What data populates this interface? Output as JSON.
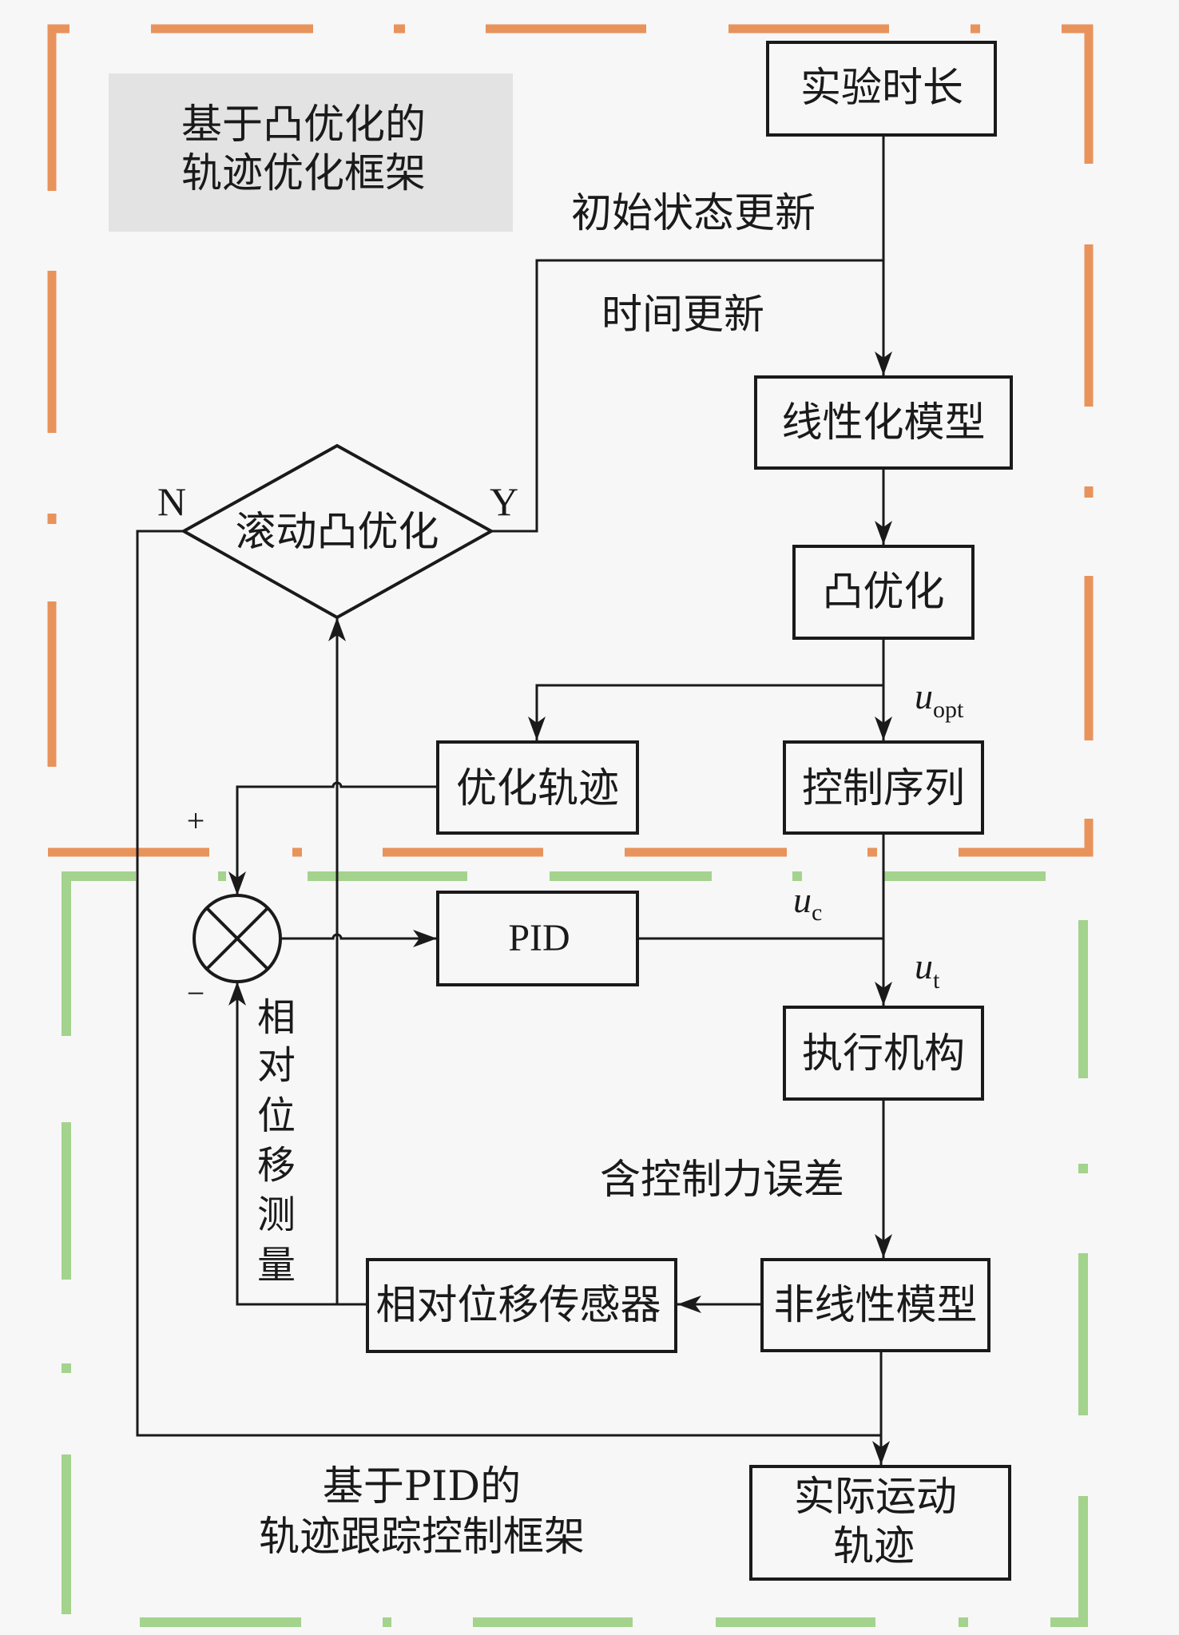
{
  "figure": {
    "frames": {
      "optimization": {
        "title_lines": [
          "基于凸优化的",
          "轨迹优化框架"
        ],
        "color": "#e8935c",
        "title_box_color": "#e3e3e3"
      },
      "tracking": {
        "title_lines": [
          "基于PID的",
          "轨迹跟踪控制框架"
        ],
        "color": "#a3d38d"
      }
    },
    "blocks": {
      "experiment_duration": "实验时长",
      "linearized_model": "线性化模型",
      "convex_optimization": "凸优化",
      "control_sequence": "控制序列",
      "optimized_trajectory": "优化轨迹",
      "pid": "PID",
      "actuator": "执行机构",
      "nonlinear_model": "非线性模型",
      "displacement_sensor": "相对位移传感器",
      "actual_trajectory": {
        "lines": [
          "实际运动",
          "轨迹"
        ]
      }
    },
    "decision": {
      "label": "滚动凸优化",
      "yes": "Y",
      "no": "N"
    },
    "edge_labels": {
      "initial_state_update": "初始状态更新",
      "time_update": "时间更新",
      "u_opt": {
        "base": "u",
        "sub": "opt"
      },
      "u_c": {
        "base": "u",
        "sub": "c"
      },
      "u_t": {
        "base": "u",
        "sub": "t"
      },
      "plus": "+",
      "minus": "−",
      "measurement_chars": [
        "相",
        "对",
        "位",
        "移",
        "测",
        "量"
      ],
      "control_force_error": "含控制力误差"
    }
  }
}
